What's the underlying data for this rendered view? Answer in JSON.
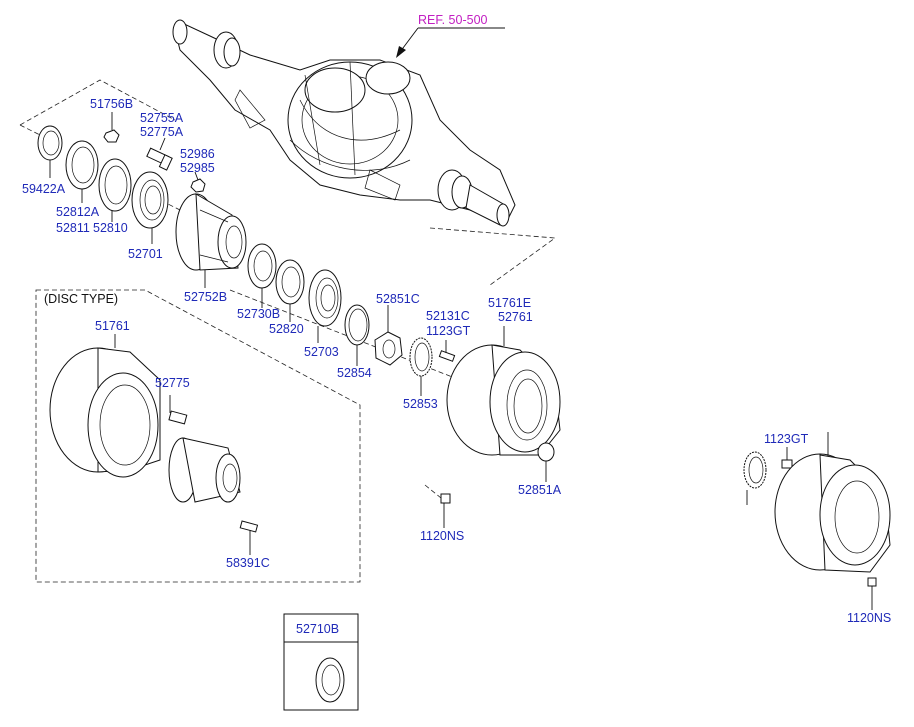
{
  "ref": "REF. 50-500",
  "disc_type_title": "(DISC TYPE)",
  "inset_part": "52710B",
  "labels": {
    "l51756B": "51756B",
    "l52755A": "52755A",
    "l52775A": "52775A",
    "l52986": "52986",
    "l52985": "52985",
    "l59422A": "59422A",
    "l52812A": "52812A",
    "l52811": "52811",
    "l52810": "52810",
    "l52701": "52701",
    "l52752B": "52752B",
    "l52730B": "52730B",
    "l52820": "52820",
    "l52703": "52703",
    "l52851C": "52851C",
    "l52854": "52854",
    "l52131C": "52131C",
    "l1123GT": "1123GT",
    "l52853": "52853",
    "l51761E": "51761E",
    "l52761": "52761",
    "l52851A": "52851A",
    "l1120NS": "1120NS",
    "l51761": "51761",
    "l52775": "52775",
    "l58391C": "58391C",
    "l1123GT_b": "1123GT",
    "l1120NS_b": "1120NS"
  }
}
